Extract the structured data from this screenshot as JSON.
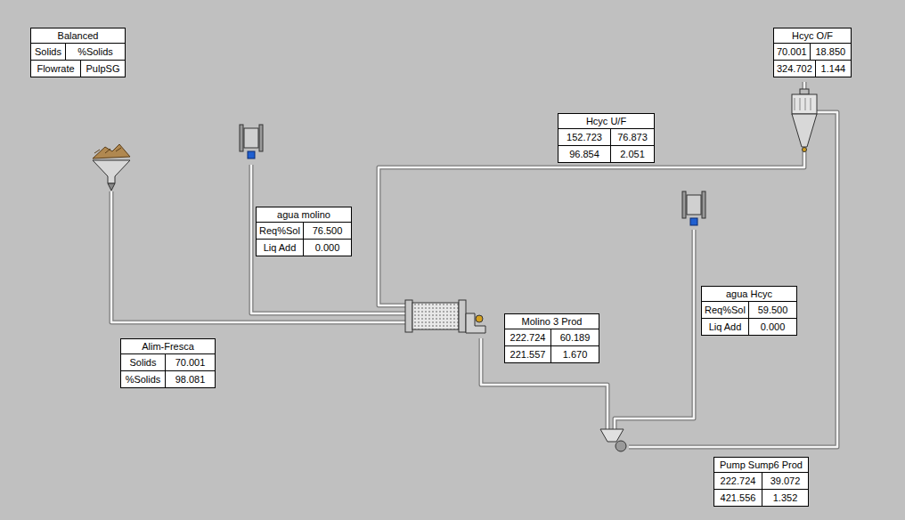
{
  "diagram": {
    "nodes": [
      {
        "text": [
          "Balanced",
          "Solids",
          "%Solids",
          "Flowrate",
          "PulpSG"
        ]
      },
      {
        "text": [
          "Hcyc O/F",
          "70.001",
          "18.850",
          "324.702",
          "1.144"
        ]
      },
      {
        "text": [
          "Hcyc U/F",
          "152.723",
          "76.873",
          "96.854",
          "2.051"
        ]
      },
      {
        "text": [
          "agua molino",
          "Req%Sol",
          "76.500",
          "Liq Add",
          "0.000"
        ]
      },
      {
        "text": [
          "agua Hcyc",
          "Req%Sol",
          "59.500",
          "Liq Add",
          "0.000"
        ]
      },
      {
        "text": [
          "Molino 3 Prod",
          "222.724",
          "60.189",
          "221.557",
          "1.670"
        ]
      },
      {
        "text": [
          "Alim-Fresca",
          "Solids",
          "70.001",
          "%Solids",
          "98.081"
        ]
      },
      {
        "text": [
          "Pump Sump6 Prod",
          "222.724",
          "39.072",
          "421.556",
          "1.352"
        ]
      }
    ]
  }
}
